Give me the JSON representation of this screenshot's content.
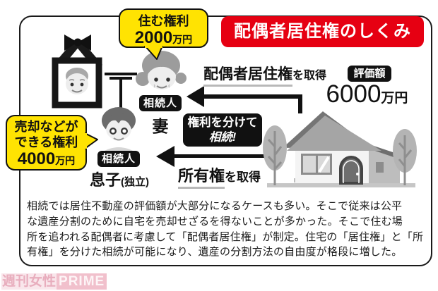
{
  "title": "配偶者居住権のしくみ",
  "top_bubble": {
    "line1": "住む権利",
    "amount": "2000",
    "unit": "万円"
  },
  "left_bubble": {
    "line1": "売却などが",
    "line2": "できる権利",
    "amount": "4000",
    "unit": "万円"
  },
  "family": {
    "wife_badge": "相続人",
    "wife_label": "妻",
    "son_badge": "相続人",
    "son_label": "息子",
    "son_note": "(独立)"
  },
  "residence_right": {
    "term": "配偶者居住権",
    "suffix": "を取得"
  },
  "ownership_right": {
    "term": "所有権",
    "suffix": "を取得"
  },
  "valuation": {
    "badge": "評価額",
    "amount": "6000",
    "unit": "万円"
  },
  "split_box": {
    "line1": "権利を分けて",
    "line2": "相続!"
  },
  "description": {
    "line1": "相続では居住不動産の評価額が大部分になるケースも多い。そこで従来は公平",
    "line2": "な遺産分割のために自宅を売却せざるを得ないことが多かった。そこで住む場",
    "line3": "所を追われる配偶者に考慮して「配偶者居住権」が制定。住宅の「居住権」と「所",
    "line4": "有権」を分けた相続が可能になり、遺産の分割方法の自由度が格段に増した。"
  },
  "watermark": {
    "part1": "週刊女性",
    "part2": "PRIME"
  },
  "colors": {
    "accent_red": "#e60012",
    "bubble_yellow": "#ffe302",
    "box_black": "#111111"
  }
}
